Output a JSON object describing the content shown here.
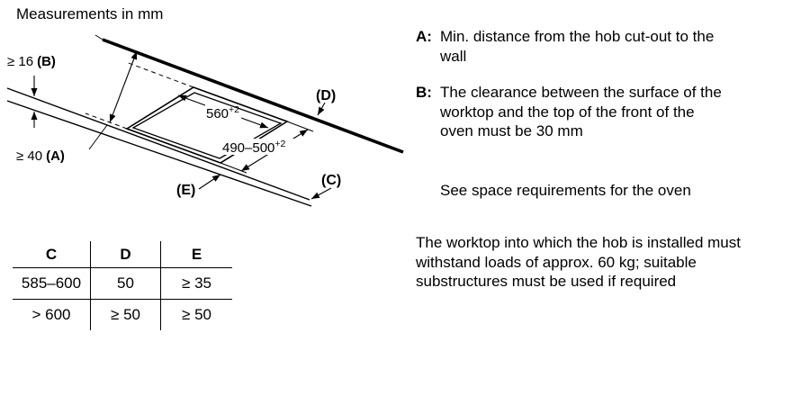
{
  "title": "Measurements in mm",
  "diagram": {
    "dim_b_value": "≥ 16",
    "dim_b_label": "(B)",
    "dim_a_value": "≥ 40",
    "dim_a_label": "(A)",
    "dim_width": "560",
    "dim_depth": "490–500",
    "sup_tolerance": "+2",
    "label_c": "(C)",
    "label_d": "(D)",
    "label_e": "(E)"
  },
  "table": {
    "headers": [
      "C",
      "D",
      "E"
    ],
    "rows": [
      [
        "585–600",
        "50",
        "≥ 35"
      ],
      [
        "> 600",
        "≥ 50",
        "≥ 50"
      ]
    ]
  },
  "notes": {
    "a_key": "A:",
    "a_text": "Min. distance from the hob cut-out to the wall",
    "b_key": "B:",
    "b_text": "The clearance between the surface of the worktop and the top of the front of the oven must be 30 mm",
    "see_note": "See space requirements for the oven",
    "worktop_note": "The worktop into which the hob is installed must withstand loads of approx. 60 kg; suitable substructures must be used if required"
  }
}
